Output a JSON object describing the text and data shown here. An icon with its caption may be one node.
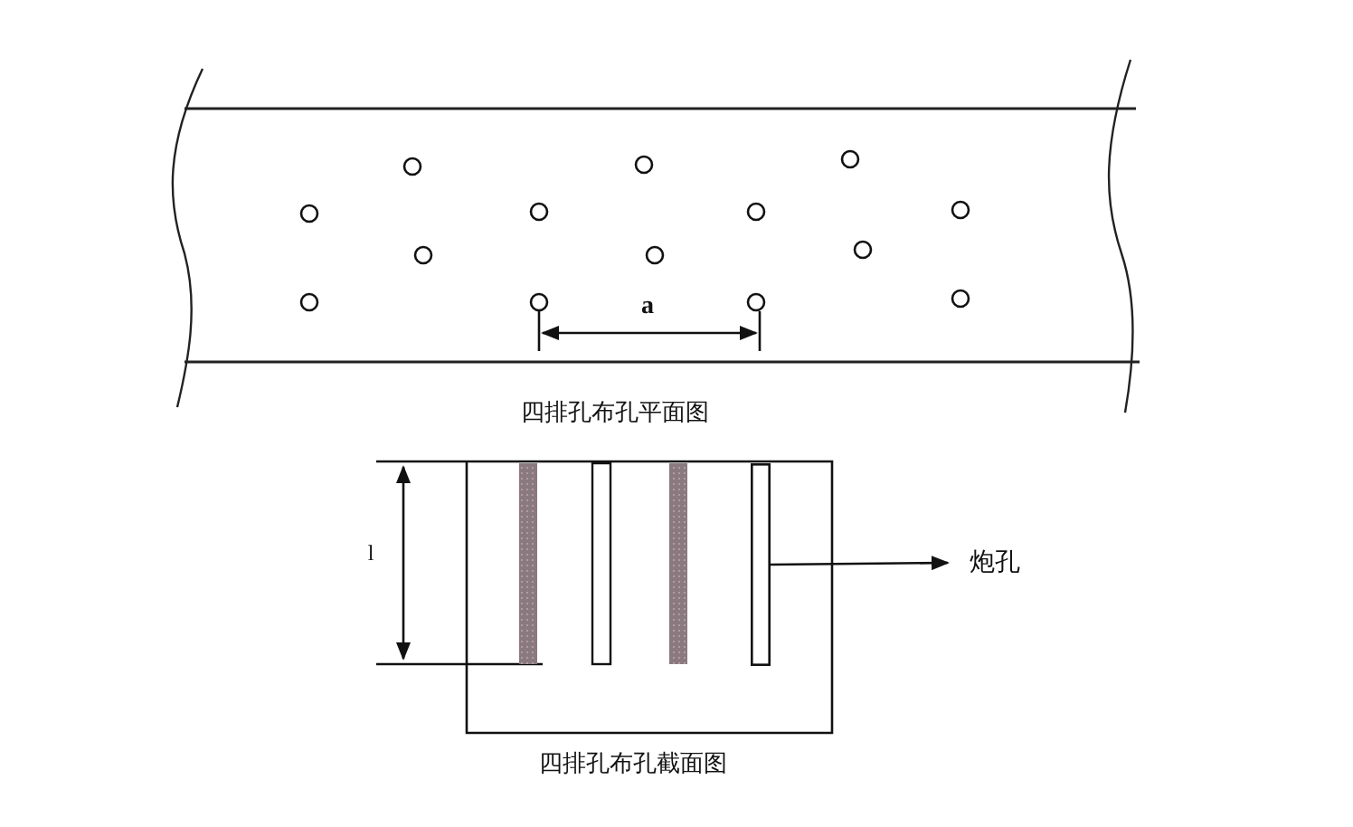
{
  "diagram": {
    "nodes": [
      {
        "text": [],
        "shape": "bar"
      },
      {
        "text": [
          "炮孔"
        ]
      }
    ],
    "edges": [
      {
        "from": 0,
        "to": 1,
        "arrow": "to"
      }
    ],
    "labels": [
      "a",
      "四排孔布孔平面图",
      "l",
      "四排孔布孔截面图"
    ]
  }
}
